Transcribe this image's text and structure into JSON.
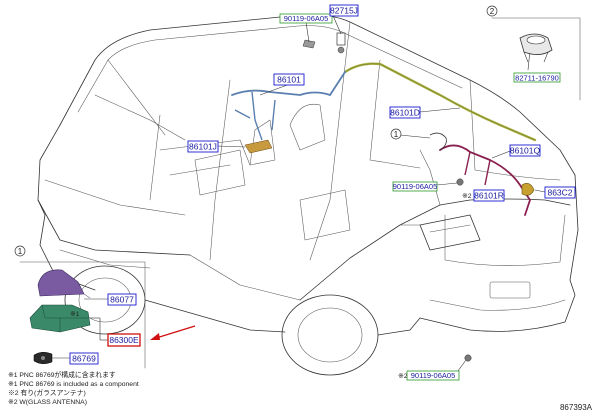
{
  "colors": {
    "blue_label_border": "#1a1ad0",
    "green_label_border": "#2a9a2a",
    "highlight_red": "#d01010",
    "wire_green": "#a8b040",
    "wire_blue": "#5a7fb0",
    "wire_maroon": "#8a2050",
    "antenna_purple": "#7a5aa0",
    "base_green": "#3a8a6a"
  },
  "part_labels": {
    "p82715J": "82715J",
    "p90119_06A05_top": "90119-06A05",
    "p86101_top": "86101",
    "p86101D": "86101D",
    "p86101J": "86101J",
    "p86101Q": "86101Q",
    "p90119_06A05_mid": "90119-06A05",
    "p86101R": "86101R",
    "p863C2": "863C2",
    "p90119_06A05_bot": "90119-06A05",
    "p82711_16790": "82711-16790",
    "p86077": "86077",
    "p86300E": "86300E",
    "p86769": "86769"
  },
  "callouts": {
    "circle1": "1",
    "circle2": "2",
    "mark_star1": "※1",
    "mark_star2": "※2",
    "mark_star2_bot": "※2"
  },
  "notes": {
    "line1": "※1 PNC 86769が構成に含まれます",
    "line2": "※1 PNC 86769 is included as a component",
    "line3": "※2 有り(ガラスアンテナ)",
    "line4": "※2 W(GLASS ANTENNA)"
  },
  "figure_code": "867393A"
}
